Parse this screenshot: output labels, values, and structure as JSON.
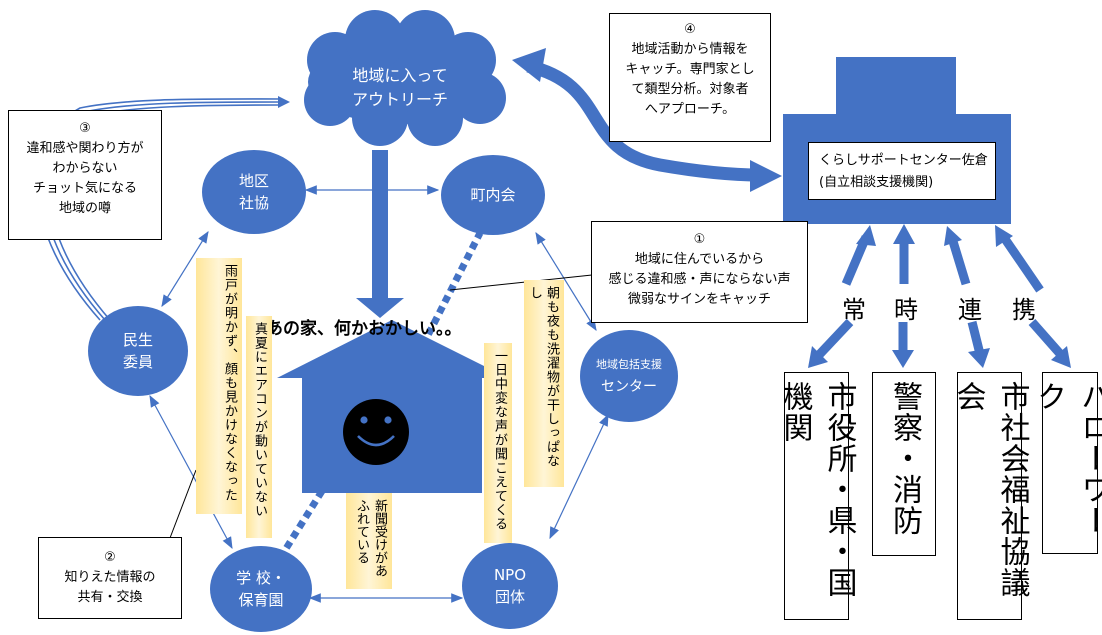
{
  "cloud": {
    "line1": "地域に入って",
    "line2": "アウトリーチ"
  },
  "notes": {
    "n4": {
      "num": "④",
      "lines": [
        "地域活動から情報を",
        "キャッチ。専門家とし",
        "て類型分析。対象者",
        "へアプローチ。"
      ]
    },
    "n3": {
      "num": "③",
      "lines": [
        "違和感や関わり方が",
        "わからない",
        "チョット気になる",
        "地域の噂"
      ]
    },
    "n1": {
      "num": "①",
      "lines": [
        "地域に住んでいるから",
        "感じる違和感・声にならない声",
        "微弱なサインをキャッチ"
      ]
    },
    "n2": {
      "num": "②",
      "lines": [
        "知りえた情報の",
        "共有・交換"
      ]
    }
  },
  "center": {
    "line1": "くらしサポートセンター佐倉",
    "line2": "(自立相談支援機関)"
  },
  "circles": {
    "chiku": {
      "line1": "地区",
      "line2": "社協"
    },
    "chonaikai": {
      "line1": "町内会"
    },
    "minsei": {
      "line1": "民生",
      "line2": "委員"
    },
    "houkatsu": {
      "line1": "地域包括支援",
      "line2": "センター"
    },
    "gakko": {
      "line1": "学 校・",
      "line2": "保育園"
    },
    "npo": {
      "line1": "NPO",
      "line2": "団体"
    }
  },
  "house_title": "あの家、何かおかしい。。",
  "strips": {
    "s1": "雨戸が明かず、顔も見かけなくなった",
    "s2": "真夏にエアコンが動いていない",
    "s3": "新聞受けがあふれている",
    "s4": "一日中変な声が聞こえてくる",
    "s5": "朝も夜も洗濯物が干しっぱなし"
  },
  "renkei": [
    "常",
    "時",
    "連",
    "携"
  ],
  "agencies": [
    "市役所・県・国機関",
    "警察・消防",
    "市社会福祉協議会",
    "ハローワーク"
  ],
  "colors": {
    "blue": "#4472c4",
    "strip": "#ffe699"
  }
}
